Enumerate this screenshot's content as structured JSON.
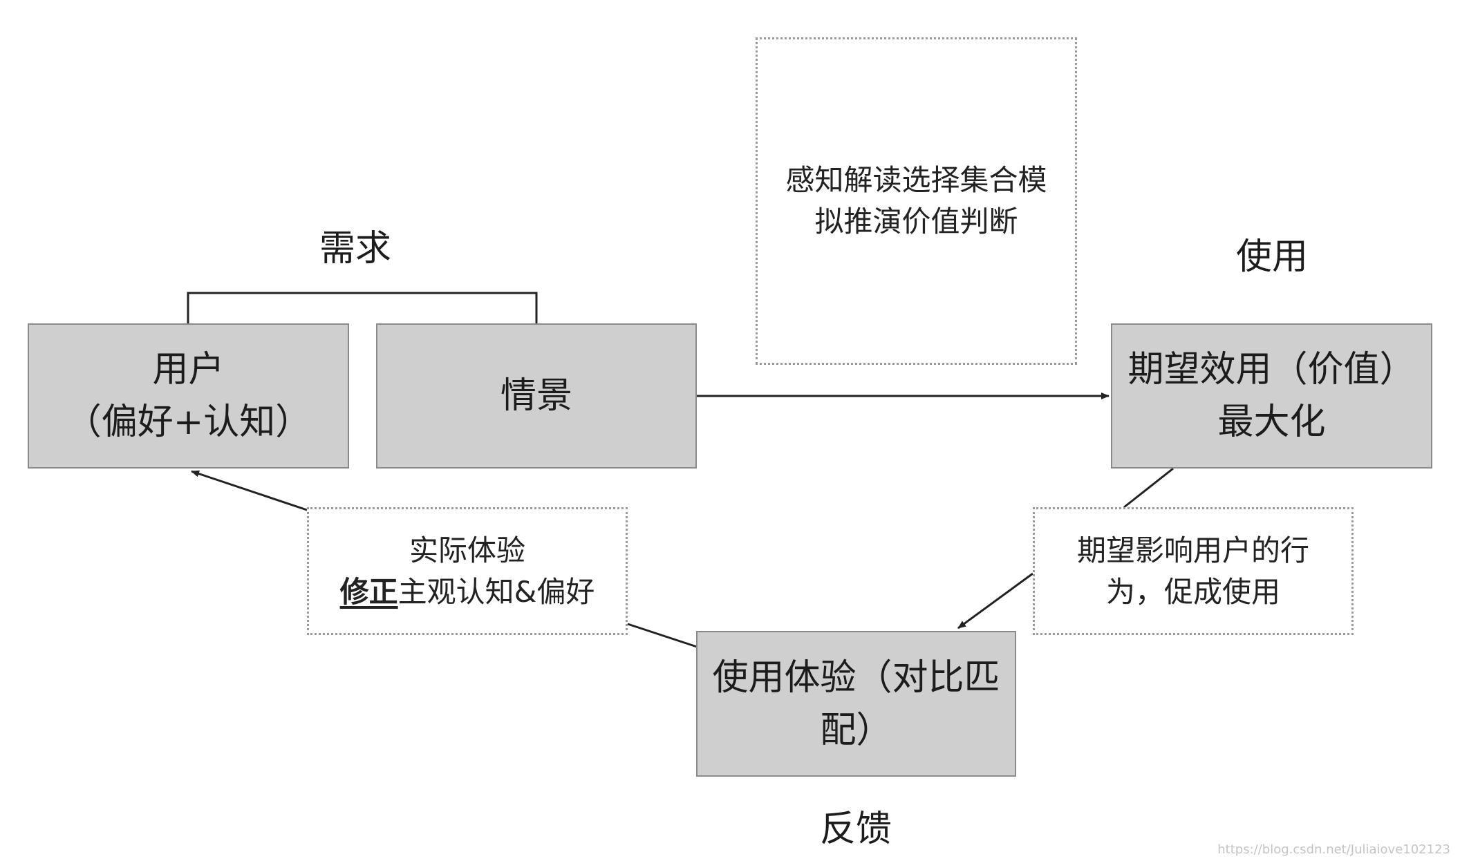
{
  "labels": {
    "demand": "需求",
    "use": "使用",
    "feedback": "反馈"
  },
  "boxes": {
    "user": {
      "line1": "用户",
      "line2": "（偏好+认知）"
    },
    "scenario": {
      "line1": "情景"
    },
    "expected_utility": {
      "line1": "期望效用（价值）",
      "line2": "最大化"
    },
    "usage_experience": {
      "line1": "使用体验（对比匹",
      "line2": "配）"
    }
  },
  "notes": {
    "perception": {
      "line1": "感知解读选择集合模",
      "line2": "拟推演价值判断"
    },
    "actual_experience": {
      "line1": "实际体验",
      "line2_bold": "修正",
      "line2_rest": "主观认知&偏好"
    },
    "expectation_influence": {
      "line1": "期望影响用户的行",
      "line2": "为，促成使用"
    }
  },
  "watermark": "https://blog.csdn.net/Juliaiove102123",
  "colors": {
    "box_fill": "#cfcfcf",
    "box_border": "#8a8a8a",
    "connector": "#222222",
    "dotted_border": "#9a9a9a"
  }
}
